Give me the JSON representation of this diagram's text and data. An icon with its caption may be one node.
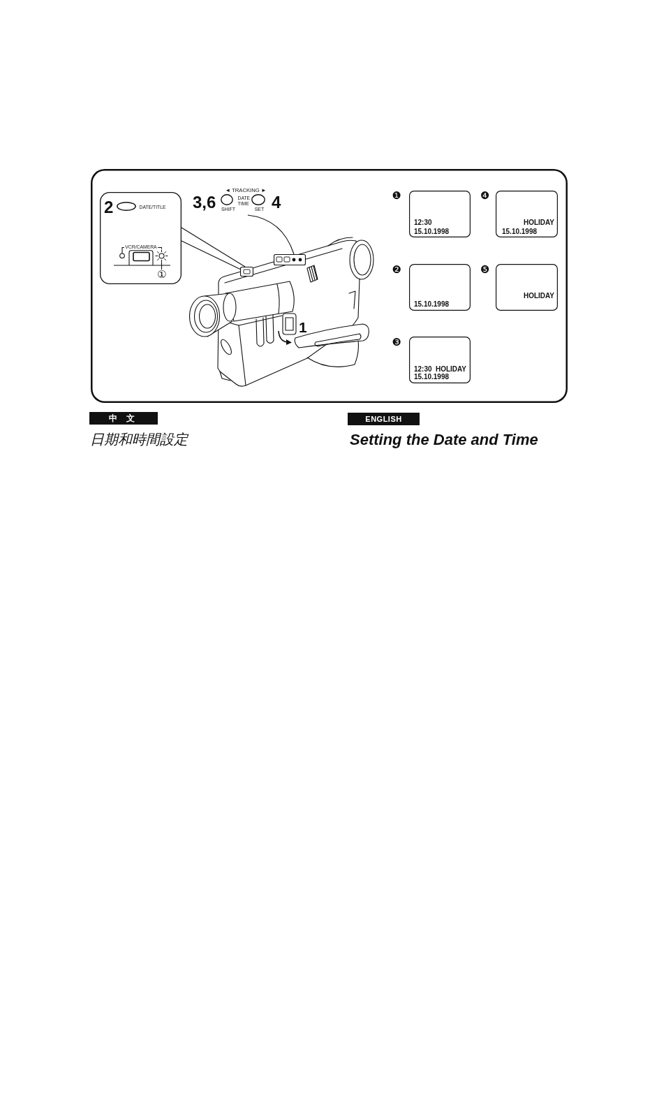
{
  "diagram": {
    "nodes": [
      {
        "text": [],
        "shape": "box"
      },
      {
        "text": [
          "2",
          "DATE/TITLE",
          "VCR/CAMERA"
        ],
        "in": 0
      },
      {
        "text": [],
        "shape": "circle",
        "in": 1
      },
      {
        "text": [
          "①"
        ],
        "in": 1
      },
      {
        "text": [
          "◄ TRACKING ►",
          "3,6",
          "DATE TIME",
          "4",
          "SHIFT",
          "SET"
        ],
        "in": 0
      },
      {
        "text": [],
        "shape": "box",
        "in": 0
      },
      {
        "text": [],
        "shape": "box",
        "in": 0
      },
      {
        "text": [
          "12:30",
          "15.10.1998"
        ],
        "beside": [
          "❶"
        ],
        "in": 0
      },
      {
        "text": [
          "15.10.1998"
        ],
        "beside": [
          "❷"
        ],
        "in": 0
      },
      {
        "text": [
          "12:30",
          "HOLIDAY",
          "15.10.1998"
        ],
        "beside": [
          "❸"
        ],
        "in": 0
      },
      {
        "text": [
          "HOLIDAY",
          "15.10.1998"
        ],
        "beside": [
          "❹"
        ],
        "in": 0
      },
      {
        "text": [
          "HOLIDAY"
        ],
        "beside": [
          "❺"
        ],
        "in": 0
      },
      {
        "text": [
          "中 文"
        ]
      },
      {
        "text": [
          "ENGLISH"
        ]
      }
    ],
    "edges": [
      {
        "from": 1,
        "to": 5,
        "arrow": "none"
      },
      {
        "from": 1,
        "to": 5,
        "arrow": "none"
      },
      {
        "from": 4,
        "to": 6,
        "arrow": "none"
      },
      {
        "from": 3,
        "to": 2,
        "arrow": "none"
      }
    ],
    "labels": [
      "1",
      "日期和時間設定",
      "Setting the Date and Time"
    ]
  }
}
